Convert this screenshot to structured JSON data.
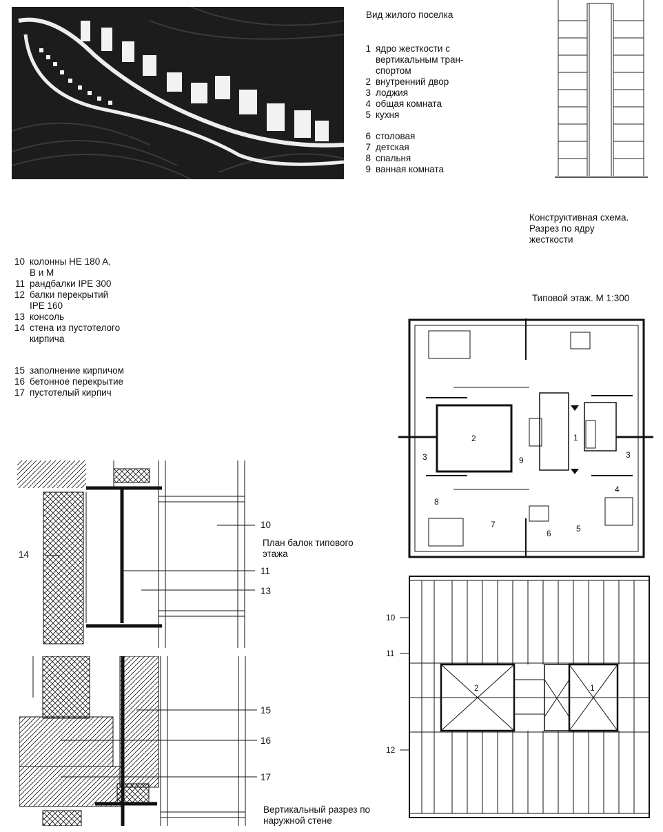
{
  "photo_caption": "Вид жилого поселка",
  "legend_a": [
    {
      "n": "1",
      "t": "ядро жесткости с\nвертикальным тран-\nспортом"
    },
    {
      "n": "2",
      "t": "внутренний двор"
    },
    {
      "n": "3",
      "t": "лоджия"
    },
    {
      "n": "4",
      "t": "общая комната"
    },
    {
      "n": "5",
      "t": "кухня"
    }
  ],
  "legend_b": [
    {
      "n": "6",
      "t": "столовая"
    },
    {
      "n": "7",
      "t": "детская"
    },
    {
      "n": "8",
      "t": "спальня"
    },
    {
      "n": "9",
      "t": "ванная комната"
    }
  ],
  "structural_caption": "Конструктивная схема.\nРазрез по ядру\nжесткости",
  "legend_c": [
    {
      "n": "10",
      "t": "колонны HE 180 A,\nB и M"
    },
    {
      "n": "11",
      "t": "рандбалки IPE 300"
    },
    {
      "n": "12",
      "t": "балки перекрытий\nIPE 160"
    },
    {
      "n": "13",
      "t": "консоль"
    },
    {
      "n": "14",
      "t": "стена из пустотелого\nкирпича"
    }
  ],
  "legend_d": [
    {
      "n": "15",
      "t": "заполнение кирпичом"
    },
    {
      "n": "16",
      "t": "бетонное перекрытие"
    },
    {
      "n": "17",
      "t": "пустотелый кирпич"
    }
  ],
  "floor_plan_caption": "Типовой этаж. M 1:300",
  "beam_plan_caption": "План балок типового\nэтажа",
  "section_caption": "Вертикальный разрез по\nнаружной стене",
  "plan_labels": [
    "1",
    "2",
    "3",
    "3",
    "4",
    "5",
    "6",
    "7",
    "8",
    "9"
  ],
  "detail_labels": [
    "10",
    "11",
    "13",
    "14",
    "15",
    "16",
    "17"
  ],
  "beam_labels": [
    "10",
    "11",
    "12",
    "1",
    "2"
  ]
}
